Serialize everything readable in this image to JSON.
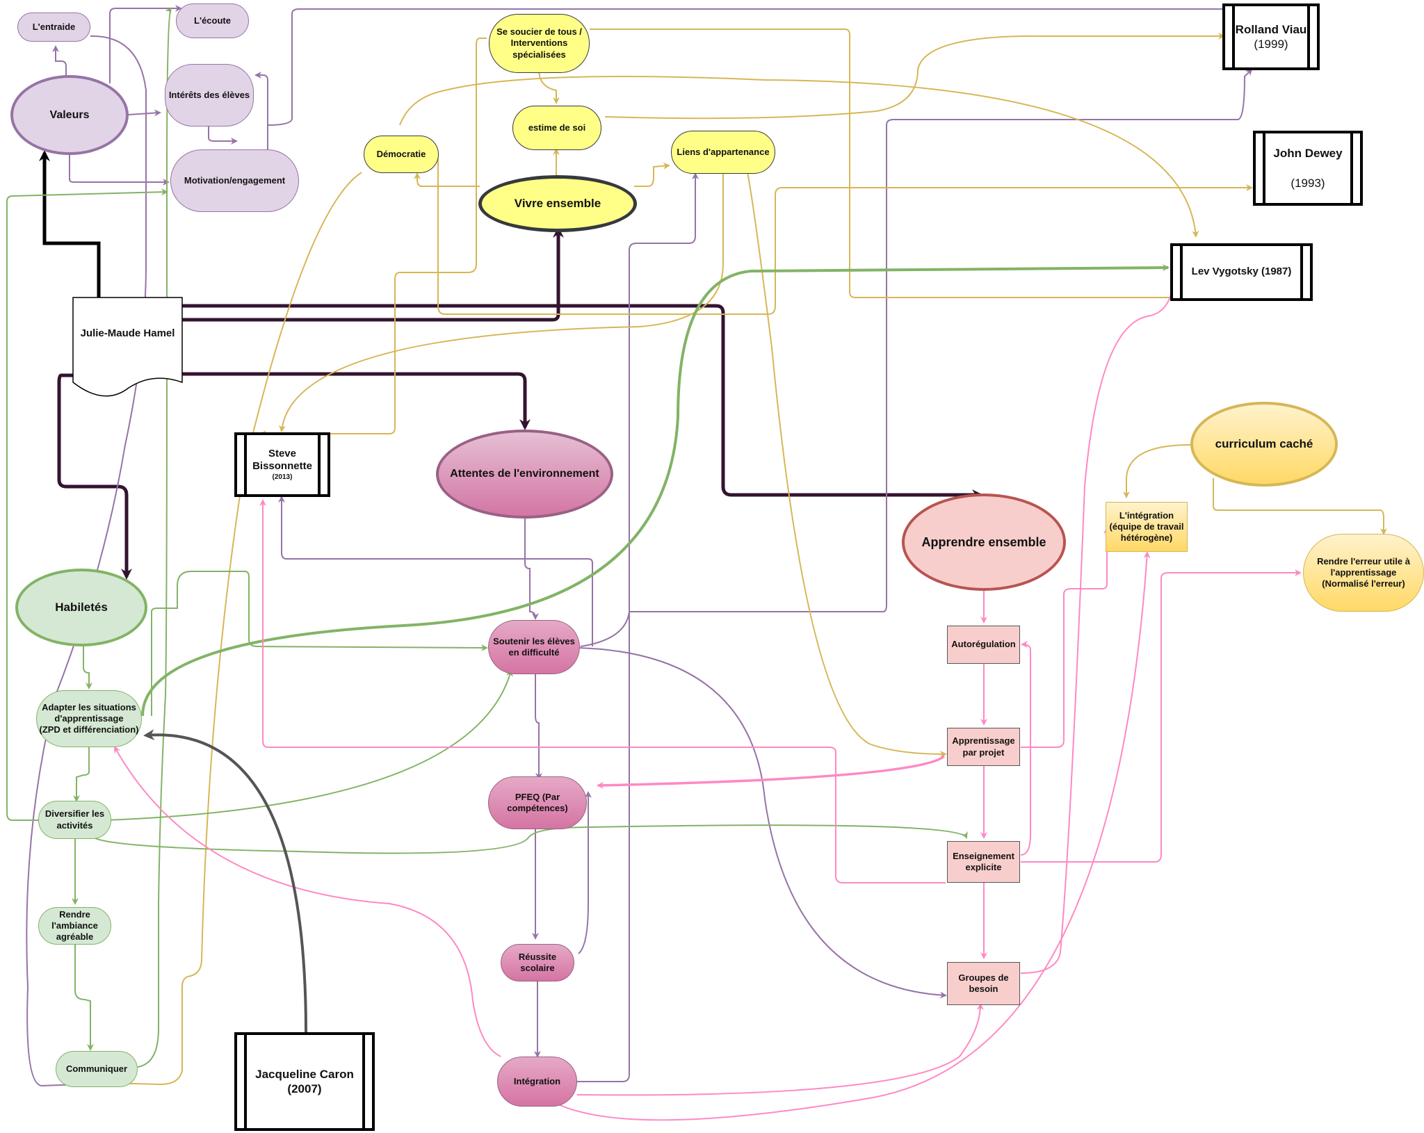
{
  "nodes": {
    "entraide": "L'entraide",
    "ecoute": "L'écoute",
    "valeurs": "Valeurs",
    "interets": "Intérêts des élèves",
    "motivation": "Motivation/engagement",
    "soucier": "Se soucier de tous /\nInterventions\nspécialisées",
    "estime": "estime de soi",
    "democratie": "Démocratie",
    "liens": "Liens d'appartenance",
    "vivre": "Vivre ensemble",
    "viau_name": "Rolland Viau",
    "viau_year": "(1999)",
    "dewey_name": "John Dewey",
    "dewey_year": "(1993)",
    "vygotsky": "Lev Vygotsky (1987)",
    "julie": "Julie-Maude Hamel",
    "bisso_name": "Steve\nBissonnette",
    "bisso_year": "(2013)",
    "attentes": "Attentes de l'environnement",
    "apprendre": "Apprendre ensemble",
    "curriculum": "curriculum caché",
    "integration_eq": "L'intégration\n(équipe de travail\nhétérogène)",
    "erreur": "Rendre l'erreur utile à\nl'apprentissage\n(Normalisé l'erreur)",
    "habiletes": "Habiletés",
    "adapter": "Adapter les situations\nd'apprentissage\n(ZPD et différenciation)",
    "diversifier": "Diversifier les\nactivités",
    "ambiance": "Rendre\nl'ambiance\nagréable",
    "communiquer": "Communiquer",
    "caron_name": "Jacqueline Caron",
    "caron_year": "(2007)",
    "soutenir": "Soutenir les élèves\nen difficulté",
    "pfeq": "PFEQ (Par\ncompétences)",
    "reussite": "Réussite\nscolaire",
    "integration": "Intégration",
    "autoregulation": "Autorégulation",
    "apprentissage_projet": "Apprentissage\npar projet",
    "enseignement": "Enseignement\nexplicite",
    "groupes": "Groupes de\nbesoin"
  },
  "colors": {
    "purple": "#9673a6",
    "yellow_line": "#d6b656",
    "green": "#82b366",
    "magenta_line": "#996185",
    "pink_line": "#ff88c4",
    "dark": "#33142f",
    "grey": "#666666"
  }
}
